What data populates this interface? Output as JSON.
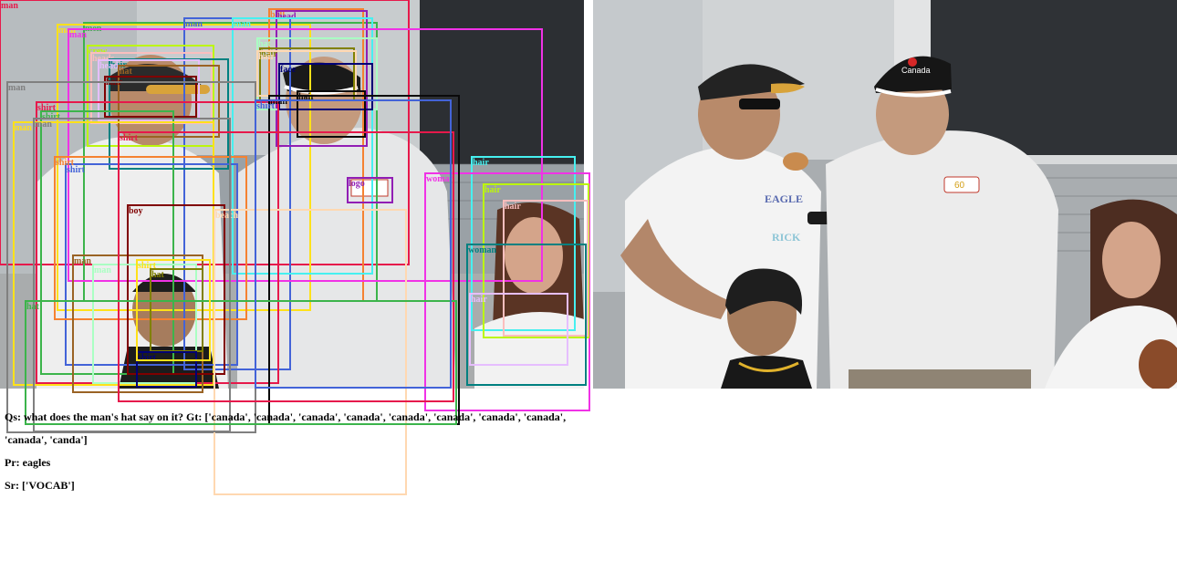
{
  "left_label_list": [
    "man",
    "men",
    "man",
    "man",
    "ball",
    "head",
    "man",
    "man",
    "crew",
    "heads",
    "hair",
    "head",
    "hat",
    "hair",
    "hat",
    "hair",
    "hair",
    "face",
    "man",
    "hair",
    "shirt",
    "shirt",
    "man",
    "shirt",
    "shirt",
    "logo",
    "hair",
    "woman",
    "hair",
    "hair",
    "woman",
    "hair",
    "man",
    "boy",
    "man",
    "hat",
    "beach",
    "shirt",
    "man",
    "man",
    "shirt",
    "hat",
    "shirt",
    "shirt"
  ],
  "right_logo_texts": {
    "cap_text": "Canada",
    "sweat_logo": "60",
    "shirt_text_1": "EAGLE",
    "shirt_text_2": "RICK"
  },
  "caption": {
    "question_key": "Qs:",
    "question": "what does the man's hat say on it?",
    "gt_key": "Gt:",
    "gt_values": "['canada', 'canada', 'canada', 'canada', 'canada', 'canada', 'canada', 'canada', 'canada', 'canda']",
    "pred_key": "Pr:",
    "prediction": "eagles",
    "source_key": "Sr:",
    "source": "['VOCAB']"
  },
  "colors": {
    "box_palette": [
      "#e6194b",
      "#3cb44b",
      "#ffe119",
      "#4363d8",
      "#f58231",
      "#911eb4",
      "#46f0f0",
      "#f032e6",
      "#bcf60c",
      "#fabebe",
      "#008080",
      "#e6beff",
      "#9a6324",
      "#800000",
      "#aaffc3",
      "#808000",
      "#ffd8b1",
      "#000075",
      "#808080",
      "#0a0a0a"
    ]
  }
}
